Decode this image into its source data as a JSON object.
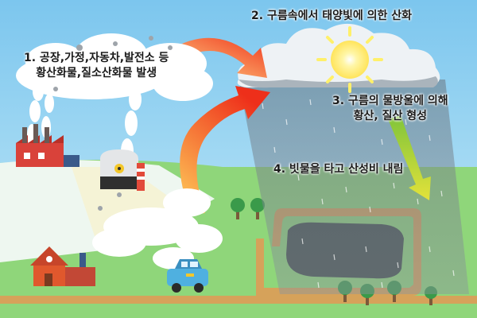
{
  "labels": {
    "step1_line1": "1. 공장,가정,자동차,발전소 등",
    "step1_line2": "황산화물,질소산화물 발생",
    "step2": "2. 구름속에서 태양빛에 의한 산화",
    "step3_line1": "3. 구름의 물방울에 의해",
    "step3_line2": "황산, 질산 형성",
    "step4": "4. 빗물을 타고 산성비 내림"
  },
  "colors": {
    "sky": "#8fd0f0",
    "grass": "#8fd67a",
    "road": "#d6a25a",
    "lake": "#3f4a4a",
    "sun": "#fff06a",
    "arrow_start": "#ffd15c",
    "arrow_end": "#f03a1f",
    "rain_arrow": "#b8d93a",
    "factory": "#d9423a",
    "house": "#e0582d",
    "car": "#4fb0e0"
  },
  "icons": [
    "factory-icon",
    "power-plant-icon",
    "house-icon",
    "car-icon",
    "sun-icon",
    "cloud-icon",
    "tree-icon",
    "lake-icon"
  ]
}
